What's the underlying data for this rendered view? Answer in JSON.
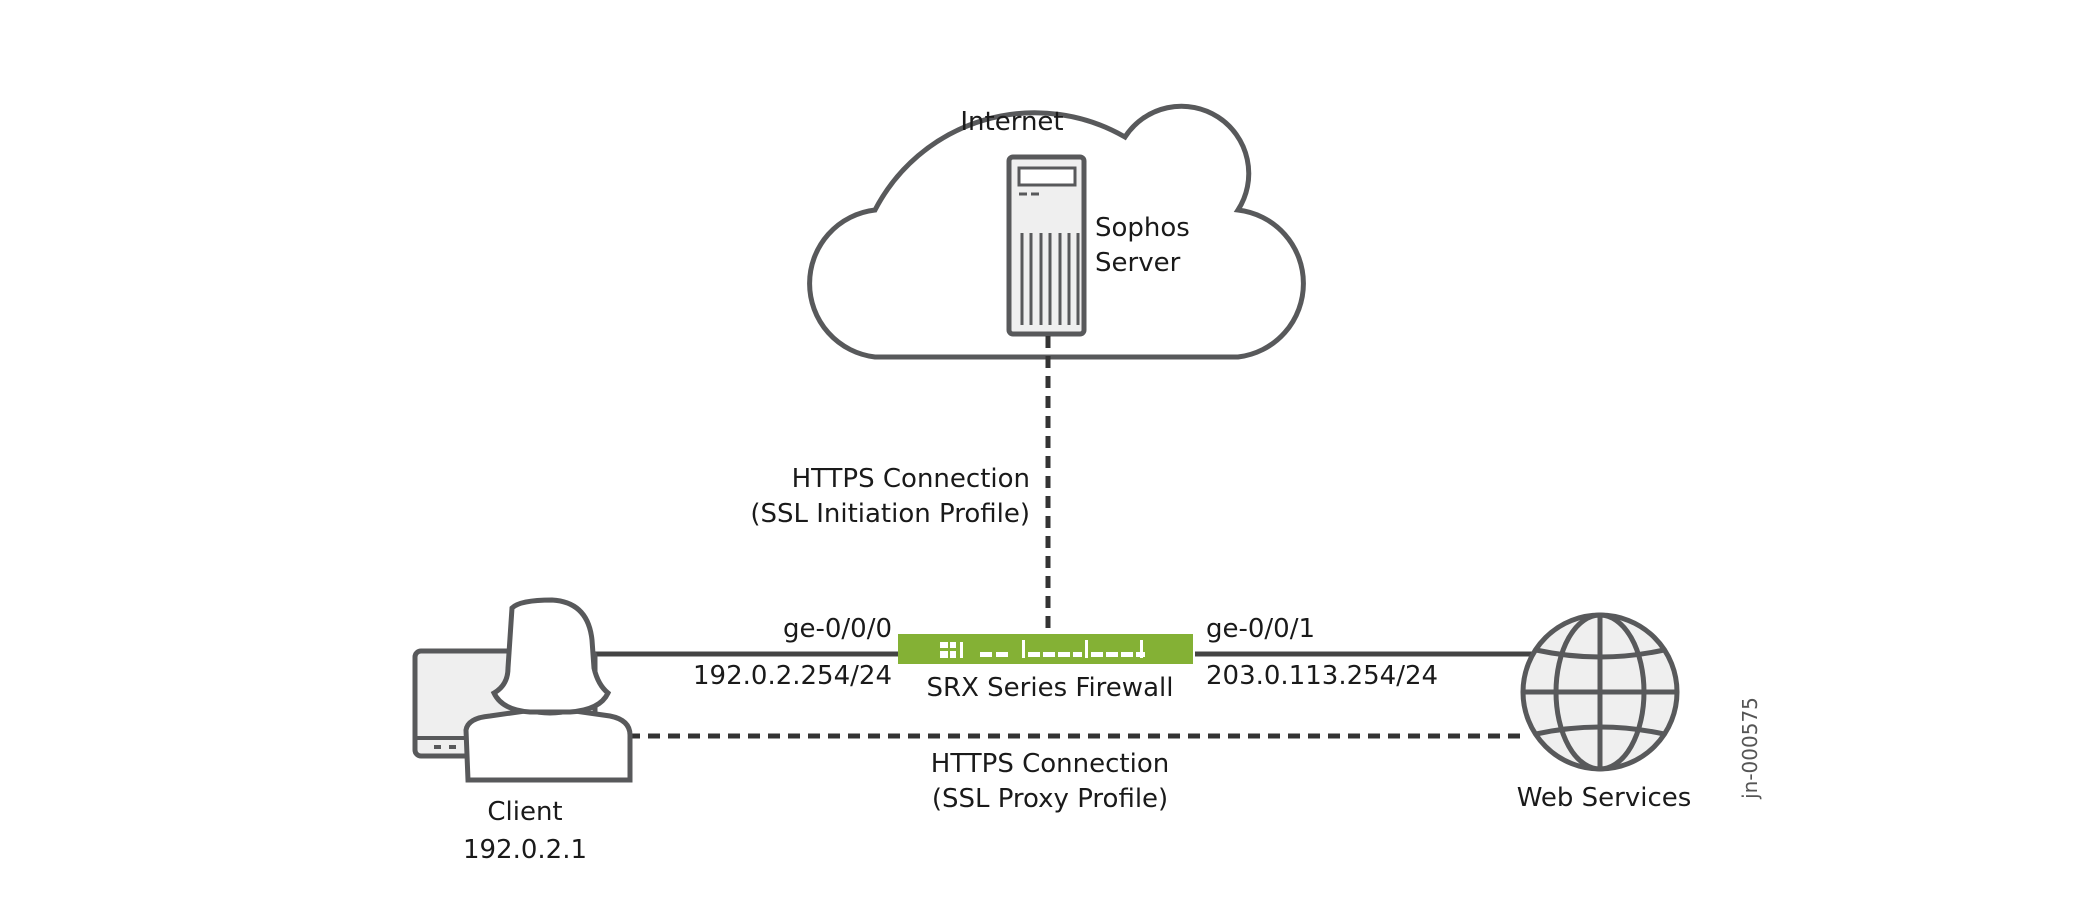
{
  "labels": {
    "internet": "Internet",
    "server_line1": "Sophos",
    "server_line2": "Server",
    "upper_conn_line1": "HTTPS Connection",
    "upper_conn_line2": "(SSL Initiation Profile)",
    "left_iface": "ge-0/0/0",
    "left_ip": "192.0.2.254/24",
    "right_iface": "ge-0/0/1",
    "right_ip": "203.0.113.254/24",
    "firewall": "SRX Series Firewall",
    "lower_conn_line1": "HTTPS Connection",
    "lower_conn_line2": "(SSL Proxy Profile)",
    "client": "Client",
    "client_ip": "192.0.2.1",
    "web": "Web Services",
    "figure_id": "jn-000575"
  },
  "colors": {
    "firewall": "#84b135",
    "icon_stroke": "#58595b",
    "icon_fill": "#efefef"
  },
  "icons": [
    "cloud-icon",
    "server-icon",
    "firewall-icon",
    "client-user-icon",
    "globe-icon"
  ]
}
